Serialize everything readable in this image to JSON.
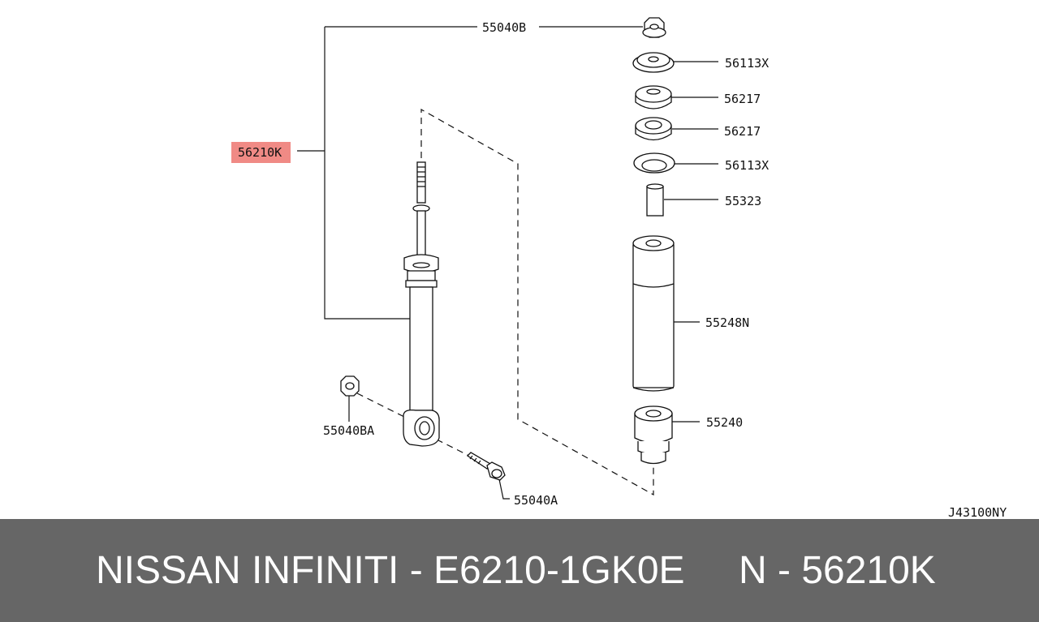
{
  "diagram": {
    "highlight_color": "#f08a85",
    "ref_code": "J43100NY",
    "labels": {
      "p55040B": "55040B",
      "p56210K": "56210K",
      "p56113X_top": "56113X",
      "p56217_top": "56217",
      "p56217_bottom": "56217",
      "p56113X_bottom": "56113X",
      "p55323": "55323",
      "p55248N": "55248N",
      "p55240": "55240",
      "p55040BA": "55040BA",
      "p55040A": "55040A"
    }
  },
  "banner": {
    "background": "#666666",
    "text_left": "NISSAN INFINITI - E6210-1GK0E",
    "text_right": "N - 56210K"
  }
}
